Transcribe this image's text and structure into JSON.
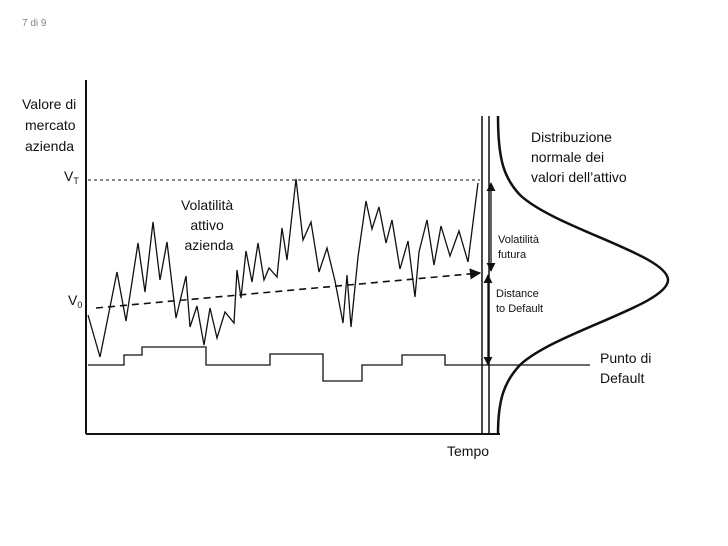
{
  "page_counter": "7 di 9",
  "labels": {
    "y_axis": [
      "Valore di",
      "mercato",
      "azienda"
    ],
    "vt_main": "V",
    "vt_sub": "T",
    "v0_main": "V",
    "v0_sub": "0",
    "volatility_asset": [
      "Volatilità",
      "attivo",
      "azienda"
    ],
    "distribution": [
      "Distribuzione",
      "normale dei",
      "valori dell’attivo"
    ],
    "future_volatility": [
      "Volatilità",
      "futura"
    ],
    "distance_to_default": [
      "Distance",
      "to Default"
    ],
    "default_point": [
      "Punto di",
      "Default"
    ],
    "x_axis": "Tempo"
  }
}
